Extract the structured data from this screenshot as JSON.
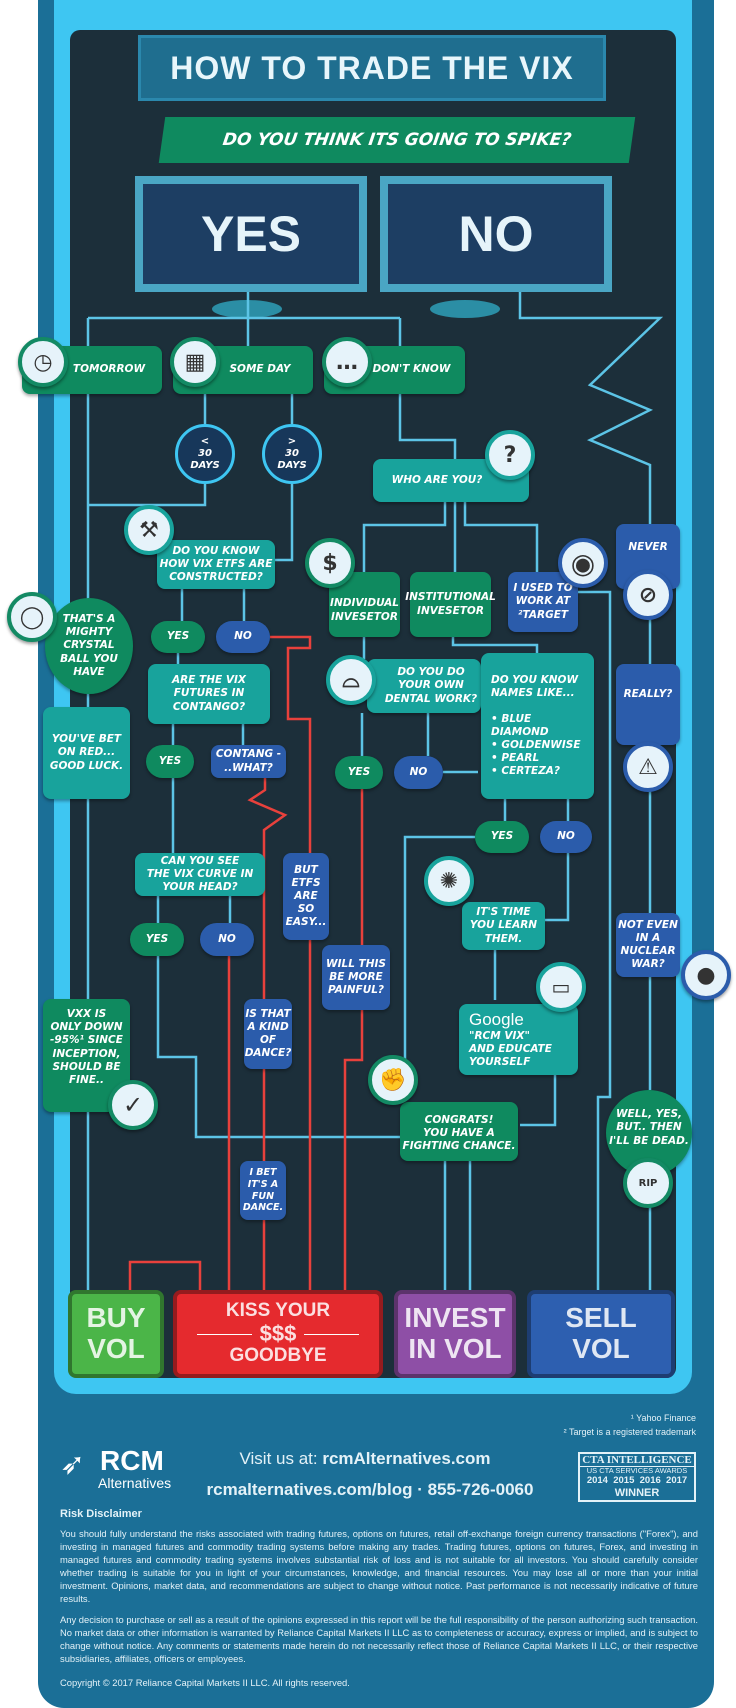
{
  "title": "HOW TO TRADE THE VIX",
  "question": "DO YOU THINK ITS GOING TO SPIKE?",
  "answers": {
    "yes": "YES",
    "no": "NO"
  },
  "nodes": {
    "tomorrow": "TOMORROW",
    "some_day": "SOME DAY",
    "dont_know": "DON'T KNOW",
    "lt30": "<\n30\nDAYS",
    "gt30": ">\n30\nDAYS",
    "who": "WHO ARE YOU?",
    "etfs": "DO YOU KNOW\nHOW VIX ETFS ARE\nCONSTRUCTED?",
    "crystal": "THAT'S A\nMIGHTY\nCRYSTAL\nBALL YOU\nHAVE",
    "etfs_yes": "YES",
    "etfs_no": "NO",
    "individual": "INDIVIDUAL\nINVESETOR",
    "institutional": "INSTITUTIONAL\nINVESETOR",
    "target": "I USED TO\nWORK AT\n²TARGET",
    "never": "NEVER",
    "contango": "ARE THE VIX\nFUTURES IN\nCONTANGO?",
    "bet_red": "YOU'VE BET\nON RED...\nGOOD LUCK.",
    "dental": "DO YOU DO\nYOUR OWN\nDENTAL WORK?",
    "names": "DO YOU KNOW\nNAMES LIKE...\n\n• BLUE DIAMOND\n• GOLDENWISE\n• PEARL\n• CERTEZA?",
    "really": "REALLY?",
    "contango_yes": "YES",
    "contango_what": "CONTANG -\n..WHAT?",
    "dental_yes": "YES",
    "dental_no": "NO",
    "names_yes": "YES",
    "names_no": "NO",
    "curve": "CAN YOU SEE\nTHE VIX CURVE IN\nYOUR HEAD?",
    "easy": "BUT\nETFS\nARE\nSO\nEASY...",
    "learn": "IT'S TIME\nYOU LEARN\nTHEM.",
    "nuclear": "NOT EVEN\nIN A\nNUCLEAR\nWAR?",
    "curve_yes": "YES",
    "curve_no": "NO",
    "painful": "WILL THIS\nBE MORE\nPAINFUL?",
    "dance": "IS THAT\nA KIND\nOF\nDANCE?",
    "vxx": "VXX IS\nONLY DOWN\n-95%¹ SINCE\nINCEPTION,\nSHOULD BE\nFINE..",
    "google_word": "Google",
    "google": "\"RCM VIX\"\n    AND EDUCATE\nYOURSELF",
    "congrats": "CONGRATS!\nYOU HAVE A\nFIGHTING CHANCE.",
    "dead": "WELL, YES,\nBUT.. THEN\nI'LL BE DEAD.",
    "fun_dance": "I BET\nIT'S A\nFUN\nDANCE.",
    "rip": "RIP"
  },
  "outcomes": {
    "buy": "BUY\nVOL",
    "kiss_top": "KISS YOUR",
    "kiss_mid": "$$$",
    "kiss_bottom": "GOODBYE",
    "invest": "INVEST\nIN VOL",
    "sell": "SELL\nVOL"
  },
  "footer": {
    "footnote1": "¹ Yahoo Finance",
    "footnote2": "² Target is a registered trademark",
    "logo_main": "RCM",
    "logo_sub": "Alternatives",
    "visit_label": "Visit us at: ",
    "visit_url": "rcmAlternatives.com",
    "blog": "rcmalternatives.com/blog",
    "phone": "855-726-0060",
    "award_title": "CTA INTELLIGENCE",
    "award_sub": "US CTA SERVICES AWARDS",
    "award_years": "2014  2015  2016  2017",
    "award_winner": "WINNER",
    "disclaimer_heading": "Risk Disclaimer",
    "disclaimer_p1": "You should fully understand the risks associated with trading futures, options on futures, retail off-exchange foreign currency transactions (\"Forex\"), and investing in managed futures and commodity trading systems before making any trades. Trading futures, options on futures, Forex, and investing in managed futures and commodity trading systems involves substantial risk of loss and is not suitable for all investors. You should carefully consider whether trading is suitable for you in light of your circumstances, knowledge, and financial resources. You may lose all or more than your initial investment. Opinions, market data, and recommendations are subject to change without notice. Past performance is not necessarily indicative of future results.",
    "disclaimer_p2": "Any decision to purchase or sell as a result of the opinions expressed in this report will be the full responsibility of the person authorizing such transaction. No market data or other information is warranted by Reliance Capital Markets II LLC as to completeness or accuracy, express or implied, and is subject to change without notice. Any comments or statements made herein do not necessarily reflect those of Reliance Capital Markets II LLC, or their respective subsidiaries, affiliates, officers or employees.",
    "copyright": "Copyright © 2017 Reliance Capital Markets II LLC. All rights reserved."
  },
  "colors": {
    "panel": "#1c2f3a",
    "frame": "#3ec6f2",
    "green": "#0f8a5f",
    "teal": "#18a39c",
    "blue": "#2b5cab",
    "red": "#e8413c",
    "purple": "#8e4fa6",
    "lime": "#4bb548"
  }
}
